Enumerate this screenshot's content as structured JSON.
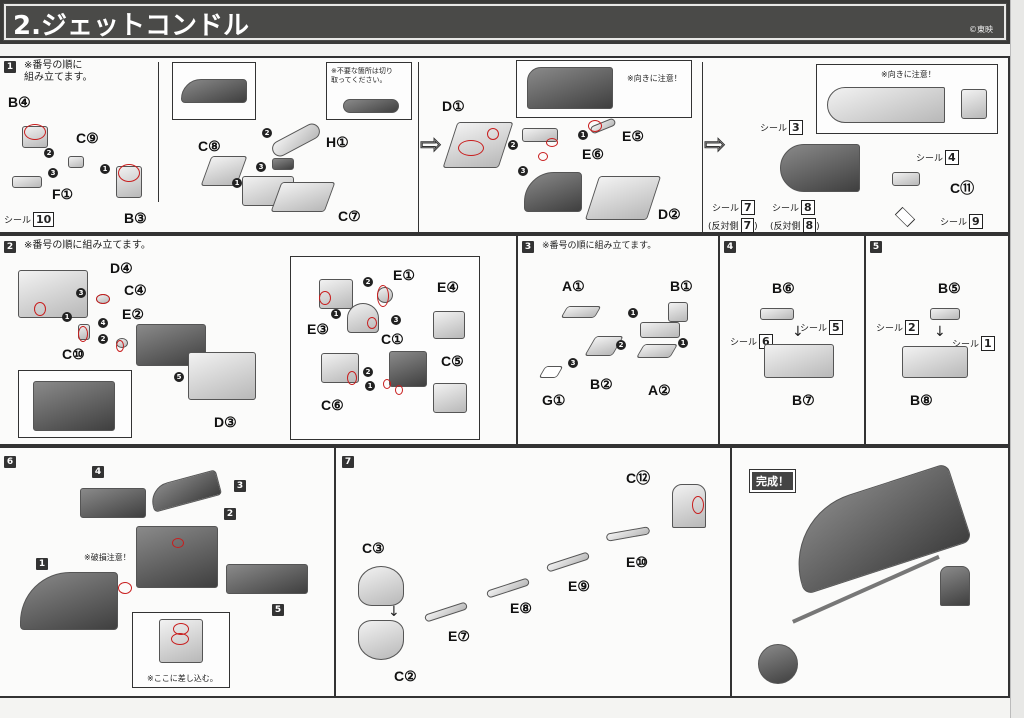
{
  "header": {
    "title": "2.ジェットコンドル",
    "copyright": "©東映"
  },
  "steps": [
    {
      "number": "1",
      "note": "※番号の順に\n組み立てます。",
      "labels": [
        "B④",
        "C⑨",
        "F①",
        "B③",
        "C⑧",
        "H①",
        "C⑦",
        "D①",
        "E⑤",
        "E⑥",
        "D②"
      ],
      "sequence": [
        "1",
        "2",
        "3"
      ],
      "seals": [
        {
          "label": "シール",
          "num": "10"
        },
        {
          "label": "シール",
          "num": "3"
        },
        {
          "label": "シール",
          "num": "4"
        },
        {
          "label": "シール",
          "num": "7"
        },
        {
          "label": "シール",
          "num": "8"
        },
        {
          "label": "シール",
          "num": "9"
        }
      ],
      "opposite_side": [
        {
          "label": "(反対側",
          "num": "7",
          "end": ")"
        },
        {
          "label": "(反対側",
          "num": "8",
          "end": ")"
        }
      ],
      "inset_notes": [
        "※不要な箇所は切り\n取ってください。",
        "※向きに注意！",
        "※向きに注意！"
      ],
      "extra_label": "C⑪"
    },
    {
      "number": "2",
      "note": "※番号の順に組み立てます。",
      "labels": [
        "D④",
        "C④",
        "E②",
        "C⑩",
        "D③",
        "E①",
        "E④",
        "E③",
        "C①",
        "C⑥",
        "C⑤"
      ]
    },
    {
      "number": "3",
      "note": "※番号の順に組み立てます。",
      "labels": [
        "A①",
        "B①",
        "B②",
        "A②",
        "G①"
      ]
    },
    {
      "number": "4",
      "labels": [
        "B⑥",
        "B⑦"
      ],
      "seals": [
        {
          "label": "シール",
          "num": "6"
        },
        {
          "label": "シール",
          "num": "5"
        }
      ]
    },
    {
      "number": "5",
      "labels": [
        "B⑤",
        "B⑧"
      ],
      "seals": [
        {
          "label": "シール",
          "num": "2"
        },
        {
          "label": "シール",
          "num": "1"
        }
      ]
    },
    {
      "number": "6",
      "parts": [
        "1",
        "2",
        "3",
        "4",
        "5"
      ],
      "notes": [
        "※破損注意！",
        "※ここに差し込む。"
      ]
    },
    {
      "number": "7",
      "labels": [
        "C③",
        "C②",
        "E⑦",
        "E⑧",
        "E⑨",
        "E⑩",
        "C⑫"
      ]
    }
  ],
  "complete": {
    "badge": "完成！"
  },
  "colors": {
    "header_bg": "#4a4a48",
    "highlight_ring": "#c81e1e",
    "panel_border": "#333333"
  }
}
